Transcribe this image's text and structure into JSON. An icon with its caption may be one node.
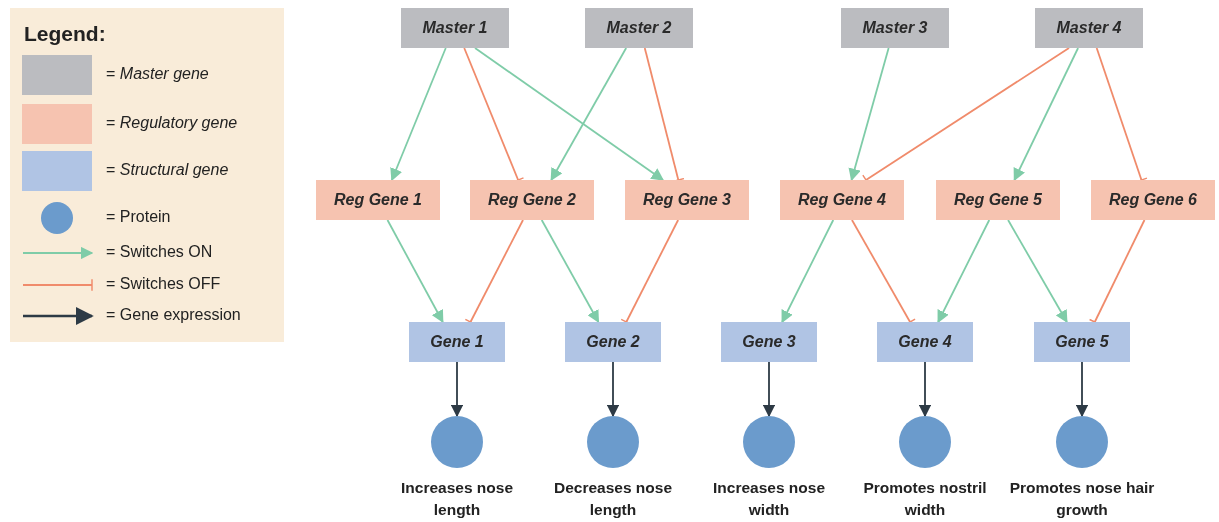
{
  "diagram": {
    "nodes": [
      {
        "text": [
          "Master 1"
        ]
      },
      {
        "text": [
          "Master 2"
        ]
      },
      {
        "text": [
          "Master 3"
        ]
      },
      {
        "text": [
          "Master 4"
        ]
      },
      {
        "text": [
          "Reg Gene 1"
        ]
      },
      {
        "text": [
          "Reg Gene 2"
        ]
      },
      {
        "text": [
          "Reg Gene 3"
        ]
      },
      {
        "text": [
          "Reg Gene 4"
        ]
      },
      {
        "text": [
          "Reg Gene 5"
        ]
      },
      {
        "text": [
          "Reg Gene 6"
        ]
      },
      {
        "text": [
          "Gene 1"
        ]
      },
      {
        "text": [
          "Gene 2"
        ]
      },
      {
        "text": [
          "Gene 3"
        ]
      },
      {
        "text": [
          "Gene 4"
        ]
      },
      {
        "text": [
          "Gene 5"
        ]
      },
      {
        "text": [],
        "shape": "circle",
        "beside": [
          "Increases nose length"
        ]
      },
      {
        "text": [],
        "shape": "circle",
        "beside": [
          "Decreases nose length"
        ]
      },
      {
        "text": [],
        "shape": "circle",
        "beside": [
          "Increases nose width"
        ]
      },
      {
        "text": [],
        "shape": "circle",
        "beside": [
          "Promotes nostril width"
        ]
      },
      {
        "text": [],
        "shape": "circle",
        "beside": [
          "Promotes nose hair growth"
        ]
      }
    ],
    "edges": [
      {
        "from": 0,
        "to": 4,
        "arrow": "to",
        "color": "#7fcca8"
      },
      {
        "from": 0,
        "to": 5,
        "arrow": "other",
        "color": "#f08b6b"
      },
      {
        "from": 0,
        "to": 6,
        "arrow": "to",
        "color": "#7fcca8"
      },
      {
        "from": 1,
        "to": 5,
        "arrow": "to",
        "color": "#7fcca8"
      },
      {
        "from": 1,
        "to": 6,
        "arrow": "other",
        "color": "#f08b6b"
      },
      {
        "from": 2,
        "to": 7,
        "arrow": "to",
        "color": "#7fcca8"
      },
      {
        "from": 3,
        "to": 7,
        "arrow": "other",
        "color": "#f08b6b"
      },
      {
        "from": 3,
        "to": 8,
        "arrow": "to",
        "color": "#7fcca8"
      },
      {
        "from": 3,
        "to": 9,
        "arrow": "other",
        "color": "#f08b6b"
      },
      {
        "from": 4,
        "to": 10,
        "arrow": "to",
        "color": "#7fcca8"
      },
      {
        "from": 5,
        "to": 10,
        "arrow": "other",
        "color": "#f08b6b"
      },
      {
        "from": 5,
        "to": 11,
        "arrow": "to",
        "color": "#7fcca8"
      },
      {
        "from": 6,
        "to": 11,
        "arrow": "other",
        "color": "#f08b6b"
      },
      {
        "from": 7,
        "to": 12,
        "arrow": "to",
        "color": "#7fcca8"
      },
      {
        "from": 7,
        "to": 13,
        "arrow": "other",
        "color": "#f08b6b"
      },
      {
        "from": 8,
        "to": 13,
        "arrow": "to",
        "color": "#7fcca8"
      },
      {
        "from": 8,
        "to": 14,
        "arrow": "to",
        "color": "#7fcca8"
      },
      {
        "from": 9,
        "to": 14,
        "arrow": "other",
        "color": "#f08b6b"
      },
      {
        "from": 10,
        "to": 15,
        "arrow": "to",
        "color": "#2d3a45"
      },
      {
        "from": 11,
        "to": 16,
        "arrow": "to",
        "color": "#2d3a45"
      },
      {
        "from": 12,
        "to": 17,
        "arrow": "to",
        "color": "#2d3a45"
      },
      {
        "from": 13,
        "to": 18,
        "arrow": "to",
        "color": "#2d3a45"
      },
      {
        "from": 14,
        "to": 19,
        "arrow": "to",
        "color": "#2d3a45"
      }
    ],
    "labels": [
      "Legend:"
    ],
    "legend": [
      {
        "text": "= *Master gene*",
        "color": "#bbbcc0"
      },
      {
        "text": "= *Regulatory gene*",
        "color": "#f6c3b0"
      },
      {
        "text": "= *Structural gene*",
        "color": "#b0c4e4"
      },
      {
        "text": "= Protein"
      },
      {
        "text": "= Switches ON"
      },
      {
        "text": "= Switches OFF"
      },
      {
        "text": "= Gene expression"
      }
    ]
  }
}
